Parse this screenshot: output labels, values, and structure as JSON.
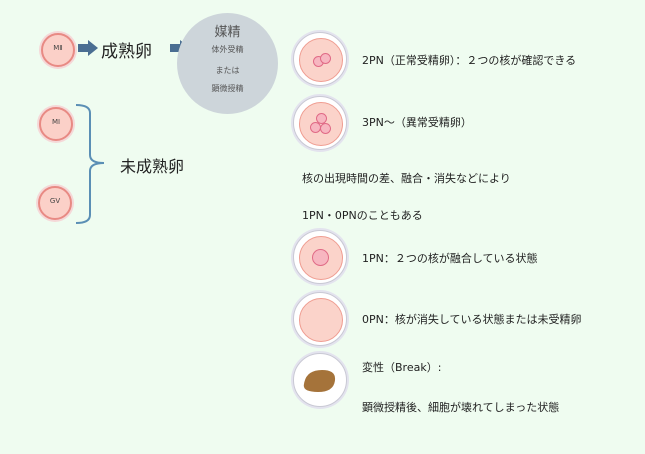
{
  "mature": {
    "marker": "MⅡ",
    "label": "成熟卵"
  },
  "fertilization": {
    "title": "媒精",
    "line1": "体外受精",
    "line2": "または",
    "line3": "顕微授精"
  },
  "immature": {
    "m1": "MⅠ",
    "gv": "GV",
    "label": "未成熟卵"
  },
  "outcomes": {
    "pn2": "2PN（正常受精卵）：２つの核が確認できる",
    "pn3": "3PN～（異常受精卵）",
    "note1": "核の出現時間の差、融合・消失などにより",
    "note2": "1PN・0PNのこともある",
    "pn1": "1PN：２つの核が融合している状態",
    "pn0": "0PN：核が消失している状態または未受精卵",
    "break_title": "変性（Break）:",
    "break_desc": "顕微授精後、細胞が壊れてしまった状態"
  },
  "colors": {
    "background": "#effcf0",
    "arrow": "#4a6e92",
    "bracket": "#5b8fb5",
    "media_circle": "#cdd5da",
    "pink_egg": "#fbd3ca",
    "degenerated": "#a5733a"
  }
}
